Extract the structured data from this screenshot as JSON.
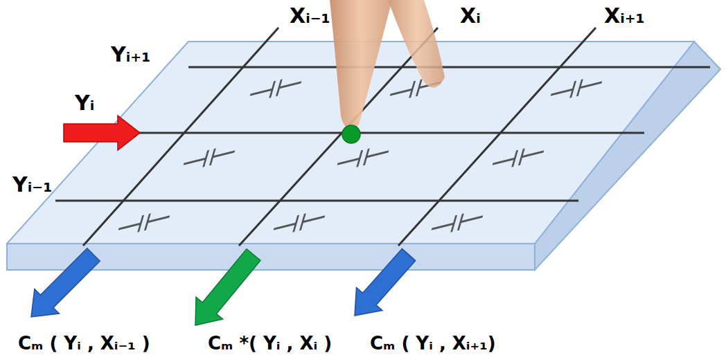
{
  "diagram": {
    "labels": [
      "Yᵢ₊₁",
      "Xᵢ₋₁",
      "Xᵢ",
      "Xᵢ₊₁",
      "Yᵢ",
      "Yᵢ₋₁",
      "Cₘ ( Yᵢ , Xᵢ₋₁ )",
      "Cₘ *( Yᵢ , Xᵢ )",
      "Cₘ ( Yᵢ , Xᵢ₊₁)"
    ]
  }
}
